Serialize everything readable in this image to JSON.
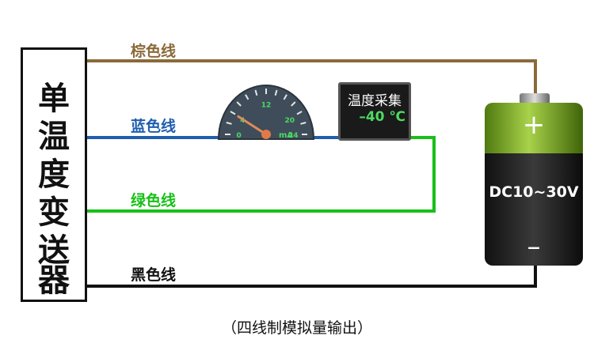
{
  "wires": {
    "brown": {
      "label": "棕色线",
      "color": "#8a6a3a"
    },
    "blue": {
      "label": "蓝色线",
      "color": "#1f5fae"
    },
    "green": {
      "label": "绿色线",
      "color": "#18c018"
    },
    "black": {
      "label": "黑色线",
      "color": "#111111"
    }
  },
  "transmitter": {
    "chars": [
      "单",
      "温",
      "度",
      "变",
      "送",
      "器"
    ]
  },
  "gauge": {
    "ticks": [
      "0",
      "4",
      "12",
      "20",
      "24"
    ],
    "unit": "mA",
    "min": 0,
    "max": 24,
    "needle_value": 4,
    "tick_color": "#4cd964"
  },
  "display": {
    "title": "温度采集",
    "value": "–40 ℃"
  },
  "battery": {
    "label": "DC10~30V",
    "plus": "+",
    "minus": "–"
  },
  "caption": "（四线制模拟量输出）"
}
